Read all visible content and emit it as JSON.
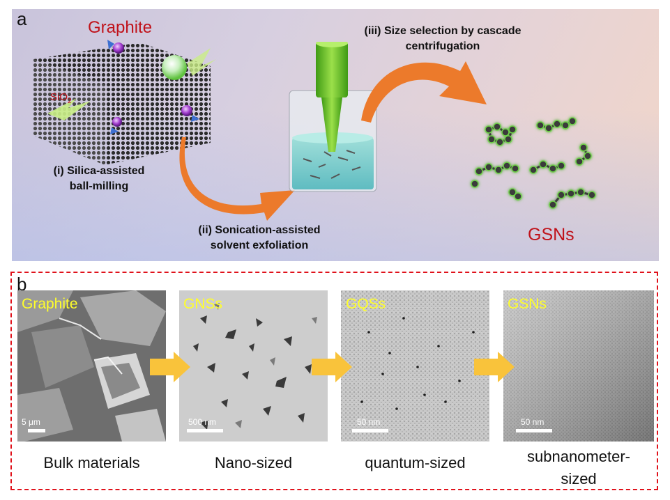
{
  "panel_a": {
    "letter": "a",
    "graphite_label": "Graphite",
    "sio2_label": "SiO",
    "sio2_sub": "2",
    "step1_line1": "(i) Silica-assisted",
    "step1_line2": "ball-milling",
    "step2_line1": "(ii) Sonication-assisted",
    "step2_line2": "solvent exfoliation",
    "step3_line1": "(iii) Size selection by cascade",
    "step3_line2": "centrifugation",
    "product_label": "GSNs",
    "colors": {
      "arrow": "#ec7a2b",
      "red_text": "#c0121a",
      "glow": "#6fd34a"
    }
  },
  "panel_b": {
    "letter": "b",
    "border_color": "#e0121b",
    "images": [
      {
        "label": "Graphite",
        "scale": "5 μm",
        "caption": "Bulk materials"
      },
      {
        "label": "GNSs",
        "scale": "500 nm",
        "caption": "Nano-sized"
      },
      {
        "label": "GQSs",
        "scale": "50 nm",
        "caption": "quantum-sized"
      },
      {
        "label": "GSNs",
        "scale": "50 nm",
        "caption_line1": "subnanometer-",
        "caption_line2": "sized"
      }
    ],
    "arrow_color": "#f9c33b"
  }
}
